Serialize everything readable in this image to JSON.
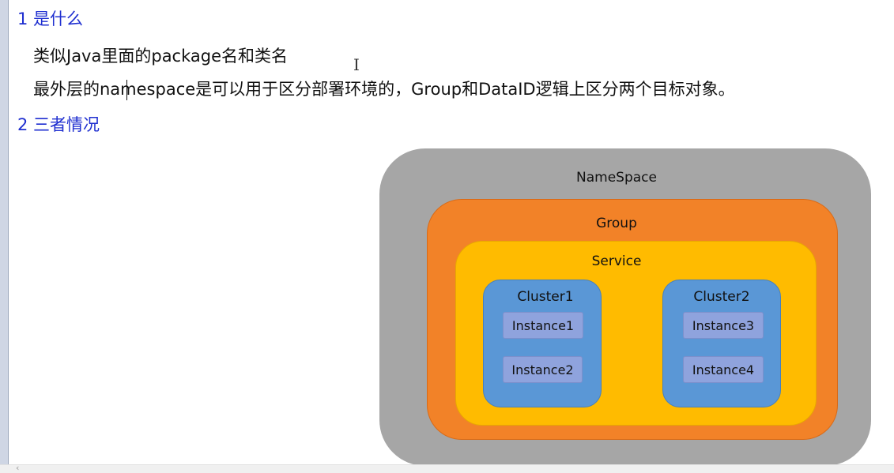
{
  "doc": {
    "heading1": "1 是什么",
    "line1": "类似Java里面的package名和类名",
    "line2": "最外层的namespace是可以用于区分部署环境的，Group和DataID逻辑上区分两个目标对象。",
    "heading2": "2 三者情况"
  },
  "diagram": {
    "namespace": "NameSpace",
    "group": "Group",
    "service": "Service",
    "cluster1": {
      "label": "Cluster1",
      "instances": [
        "Instance1",
        "Instance2"
      ]
    },
    "cluster2": {
      "label": "Cluster2",
      "instances": [
        "Instance3",
        "Instance4"
      ]
    },
    "colors": {
      "namespace": "#a6a6a6",
      "group": "#f28228",
      "service": "#ffbb00",
      "cluster": "#5a97d6",
      "instance": "#8fa3dd"
    }
  },
  "ui": {
    "heading_color": "#1f2fd0",
    "text_cursor_icon": "i-beam-cursor-icon",
    "scroll_left_icon": "scroll-left-arrow-icon"
  }
}
